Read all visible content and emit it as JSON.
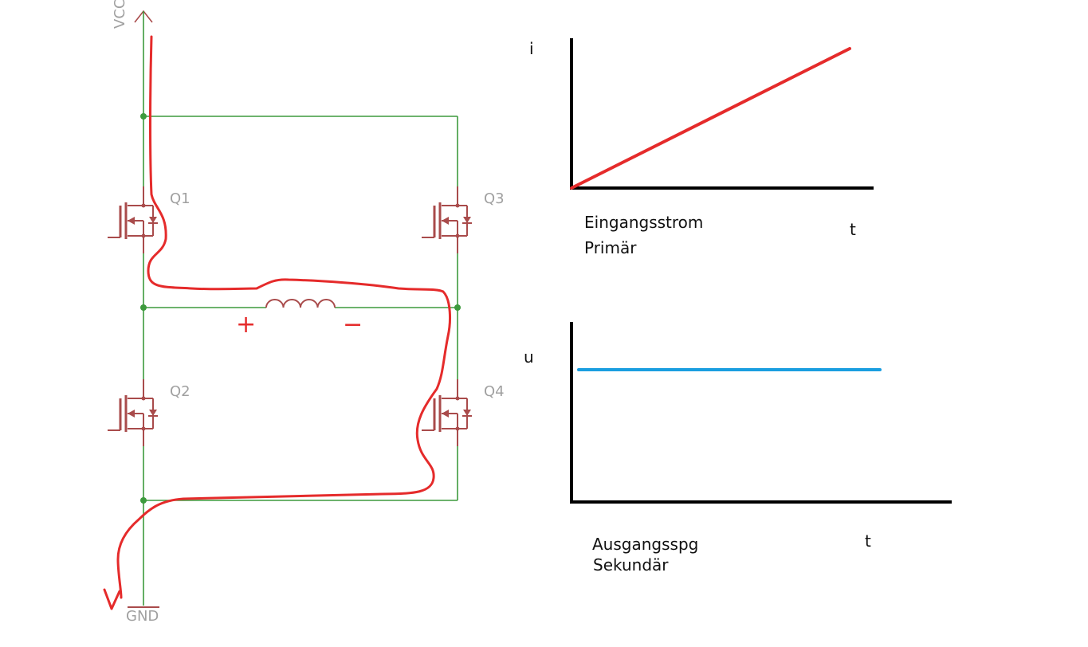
{
  "schematic": {
    "supply_label": "VCC",
    "ground_label": "GND",
    "transistors": [
      "Q1",
      "Q2",
      "Q3",
      "Q4"
    ],
    "coil_polarity": {
      "plus": "+",
      "minus": "−"
    },
    "wire_color": "#3d9a3d",
    "component_color": "#a94b4b",
    "current_path_color": "#e52b2b"
  },
  "graph_current": {
    "y_label": "i",
    "x_label": "t",
    "caption_line1": "Eingangsstrom",
    "caption_line2": "Primär",
    "line_color": "#e52b2b"
  },
  "graph_voltage": {
    "y_label": "u",
    "x_label": "t",
    "caption_line1": "Ausgangsspg",
    "caption_line2": "Sekundär",
    "line_color": "#1a9ee0"
  }
}
